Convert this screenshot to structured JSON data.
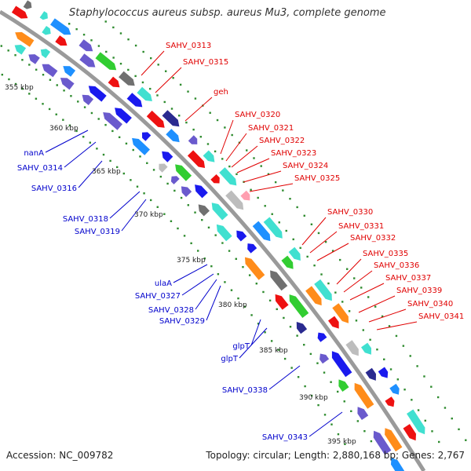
{
  "title": "Staphylococcus aureus subsp. aureus Mu3, complete genome",
  "footer": {
    "accession": "Accession: NC_009782",
    "topology": "Topology: circular; Length: 2,880,168 bp; Genes: 2,767"
  },
  "colors": {
    "backbone": "#9a9a9a",
    "dots": "#2e8b2e",
    "fwd_label": "#e00000",
    "rev_label": "#0000cc"
  },
  "ticks": [
    "355 kbp",
    "360 kbp",
    "365 kbp",
    "370 kbp",
    "375 kbp",
    "380 kbp",
    "385 kbp",
    "390 kbp",
    "395 kbp"
  ],
  "forward_labels": [
    "SAHV_0313",
    "SAHV_0315",
    "geh",
    "SAHV_0320",
    "SAHV_0321",
    "SAHV_0322",
    "SAHV_0323",
    "SAHV_0324",
    "SAHV_0325",
    "SAHV_0330",
    "SAHV_0331",
    "SAHV_0332",
    "SAHV_0335",
    "SAHV_0336",
    "SAHV_0337",
    "SAHV_0339",
    "SAHV_0340",
    "SAHV_0341"
  ],
  "reverse_labels": [
    "nanA",
    "SAHV_0314",
    "SAHV_0316",
    "SAHV_0318",
    "SAHV_0319",
    "ulaA",
    "SAHV_0327",
    "SAHV_0328",
    "SAHV_0329",
    "glpT",
    "glpT",
    "SAHV_0338",
    "SAHV_0343"
  ]
}
